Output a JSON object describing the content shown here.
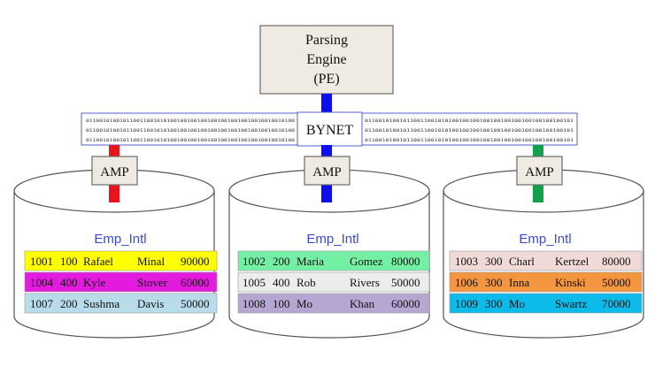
{
  "parsing_engine": {
    "lines": [
      "Parsing",
      "Engine",
      "(PE)"
    ]
  },
  "bynet": {
    "label": "BYNET",
    "left_bits": [
      "01100101001011001100101010010010010010010010010010010010010100",
      "01100101001011001100101010010010010010010010010010010010010100",
      "01100101001011001100101010010010010010010010010010010010010100"
    ],
    "right_bits": [
      "011001010010110011001010100100100100100100100100100100100101",
      "011001010010110011001010100100100100100100100100100100100101",
      "011001010010110011001010100100100100100100100100100100100101"
    ]
  },
  "colors": {
    "pe_fill": "#efebe2",
    "amp_fill": "#efebe2",
    "bynet_border": "#5561cf",
    "amp1_link": "#e8141b",
    "amp2_link": "#0d0df2",
    "amp3_link": "#11a14a",
    "table_title": "#3b4bd8"
  },
  "amps": [
    {
      "label": "AMP",
      "table_title": "Emp_Intl",
      "rows": [
        {
          "id": "1001",
          "dept": "100",
          "first": "Rafael",
          "last": "Minal",
          "salary": "90000",
          "color": "#ffff00"
        },
        {
          "id": "1004",
          "dept": "400",
          "first": "Kyle",
          "last": "Stover",
          "salary": "60000",
          "color": "#e21bdf"
        },
        {
          "id": "1007",
          "dept": "200",
          "first": "Sushma",
          "last": "Davis",
          "salary": "50000",
          "color": "#b8dcea"
        }
      ]
    },
    {
      "label": "AMP",
      "table_title": "Emp_Intl",
      "rows": [
        {
          "id": "1002",
          "dept": "200",
          "first": "Maria",
          "last": "Gomez",
          "salary": "80000",
          "color": "#73f0a4"
        },
        {
          "id": "1005",
          "dept": "400",
          "first": "Rob",
          "last": "Rivers",
          "salary": "50000",
          "color": "#ececec"
        },
        {
          "id": "1008",
          "dept": "100",
          "first": "Mo",
          "last": "Khan",
          "salary": "60000",
          "color": "#b5a7d2"
        }
      ]
    },
    {
      "label": "AMP",
      "table_title": "Emp_Intl",
      "rows": [
        {
          "id": "1003",
          "dept": "300",
          "first": "Charl",
          "last": "Kertzel",
          "salary": "80000",
          "color": "#f0dad7"
        },
        {
          "id": "1006",
          "dept": "300",
          "first": "Inna",
          "last": "Kinski",
          "salary": "50000",
          "color": "#f4953f"
        },
        {
          "id": "1009",
          "dept": "300",
          "first": "Mo",
          "last": "Swartz",
          "salary": "70000",
          "color": "#0dbbeb"
        }
      ]
    }
  ]
}
